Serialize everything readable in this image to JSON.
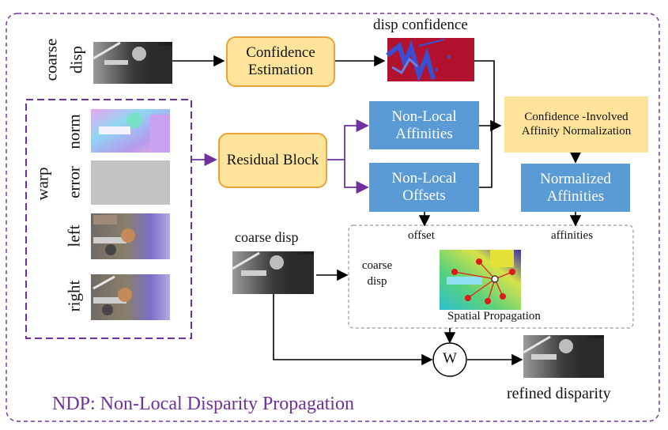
{
  "title": "NDP: Non-Local Disparity Propagation",
  "inputs": {
    "coarse_label": "coarse",
    "disp_label": "disp",
    "warp_label": "warp",
    "norm_label": "norm",
    "error_label": "error",
    "left_label": "left",
    "right_label": "right"
  },
  "modules": {
    "confidence_estimation": "Confidence Estimation",
    "disp_confidence": "disp confidence",
    "residual_block": "Residual Block",
    "non_local_affinities": "Non-Local Affinities",
    "non_local_offsets": "Non-Local Offsets",
    "confidence_involved": "Confidence -Involved Affinity Normalization",
    "normalized_affinities": "Normalized Affinities"
  },
  "propagation": {
    "coarse_disp_label": "coarse disp",
    "offset_label": "offset",
    "affinities_label": "affinities",
    "inner_coarse_disp": "coarse disp",
    "spatial_propagation": "Spatial Propagation",
    "weight_symbol": "W",
    "refined_disparity": "refined disparity"
  },
  "colors": {
    "purple": "#7030a0",
    "orange_fill": "#fde49a",
    "orange_border": "#e8a33a",
    "blue": "#5b9bd5",
    "confidence_red": "#b3122e"
  }
}
